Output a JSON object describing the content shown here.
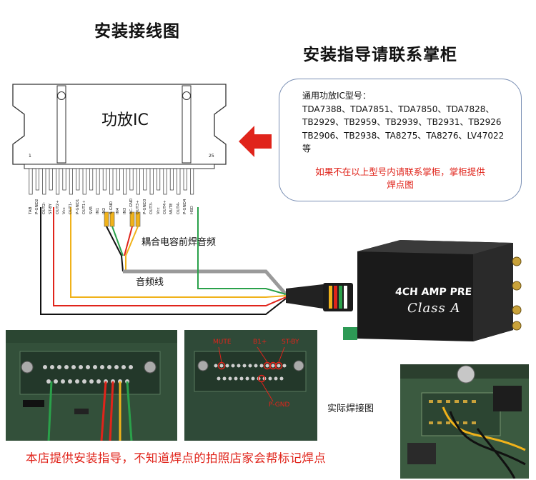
{
  "titles": {
    "wiring": "安装接线图",
    "guidance": "安装指导请联系掌柜"
  },
  "ic": {
    "label": "功放IC",
    "pin_first": "1",
    "pin_last": "25",
    "pins": [
      "TAB",
      "P-GND2",
      "OUT2-",
      "ST-BY",
      "OUT2+",
      "Vcc",
      "OUT1-",
      "P-GND1",
      "OUT1+",
      "SVR",
      "IN1",
      "IN2",
      "S-GND",
      "IN4",
      "IN3",
      "AC-GND",
      "OUT3+",
      "P-GND3",
      "OUT3-",
      "Vcc",
      "OUT4+",
      "MUTE",
      "OUT4-",
      "P-GND4",
      "HSD"
    ]
  },
  "info": {
    "heading": "通用功放IC型号：",
    "models_line1": "TDA7388、TDA7851、TDA7850、TDA7828、",
    "models_line2": "TB2929、TB2959、TB2939、TB2931、TB2926",
    "models_line3": "TB2906、TB2938、TA8275、TA8276、LV47022",
    "models_line4": "等",
    "note_line1": "如果不在以上型号内请联系掌柜，掌柜提供",
    "note_line2": "焊点图"
  },
  "labels": {
    "coupling": "耦合电容前焊音频",
    "audio_line": "音频线",
    "actual": "实际焊接图"
  },
  "amp": {
    "line1": "4CH AMP PRE",
    "line2": "Class A"
  },
  "photo_marks": {
    "mute": "MUTE",
    "b_plus": "B1+",
    "st_by": "ST-BY",
    "gnd": "P-GND"
  },
  "bottom_note": "本店提供安装指导，不知道焊点的拍照店家会帮标记焊点",
  "colors": {
    "red": "#e0241b",
    "black": "#111111",
    "yellow": "#f0b21a",
    "green": "#2aa14a",
    "gray": "#9a9a9a",
    "frame": "#7a8fb4"
  }
}
